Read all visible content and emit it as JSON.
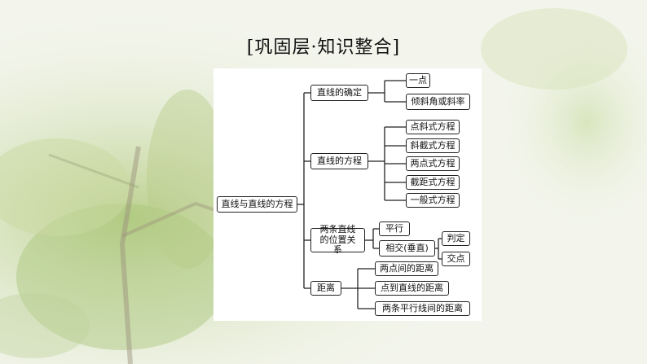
{
  "title": "[巩固层·知识整合]",
  "root": "直线与直线的方程",
  "branches": [
    {
      "label": "直线的确定",
      "children": [
        "一点",
        "倾斜角或斜率"
      ]
    },
    {
      "label": "直线的方程",
      "children": [
        "点斜式方程",
        "斜截式方程",
        "两点式方程",
        "截距式方程",
        "一般式方程"
      ]
    },
    {
      "label": "两条直线的位置关系",
      "children": [
        "平行",
        "相交(垂直)"
      ],
      "grandchildren": [
        "判定",
        "交点"
      ]
    },
    {
      "label": "距离",
      "children": [
        "两点间的距离",
        "点到直线的距离",
        "两条平行线间的距离"
      ]
    }
  ]
}
